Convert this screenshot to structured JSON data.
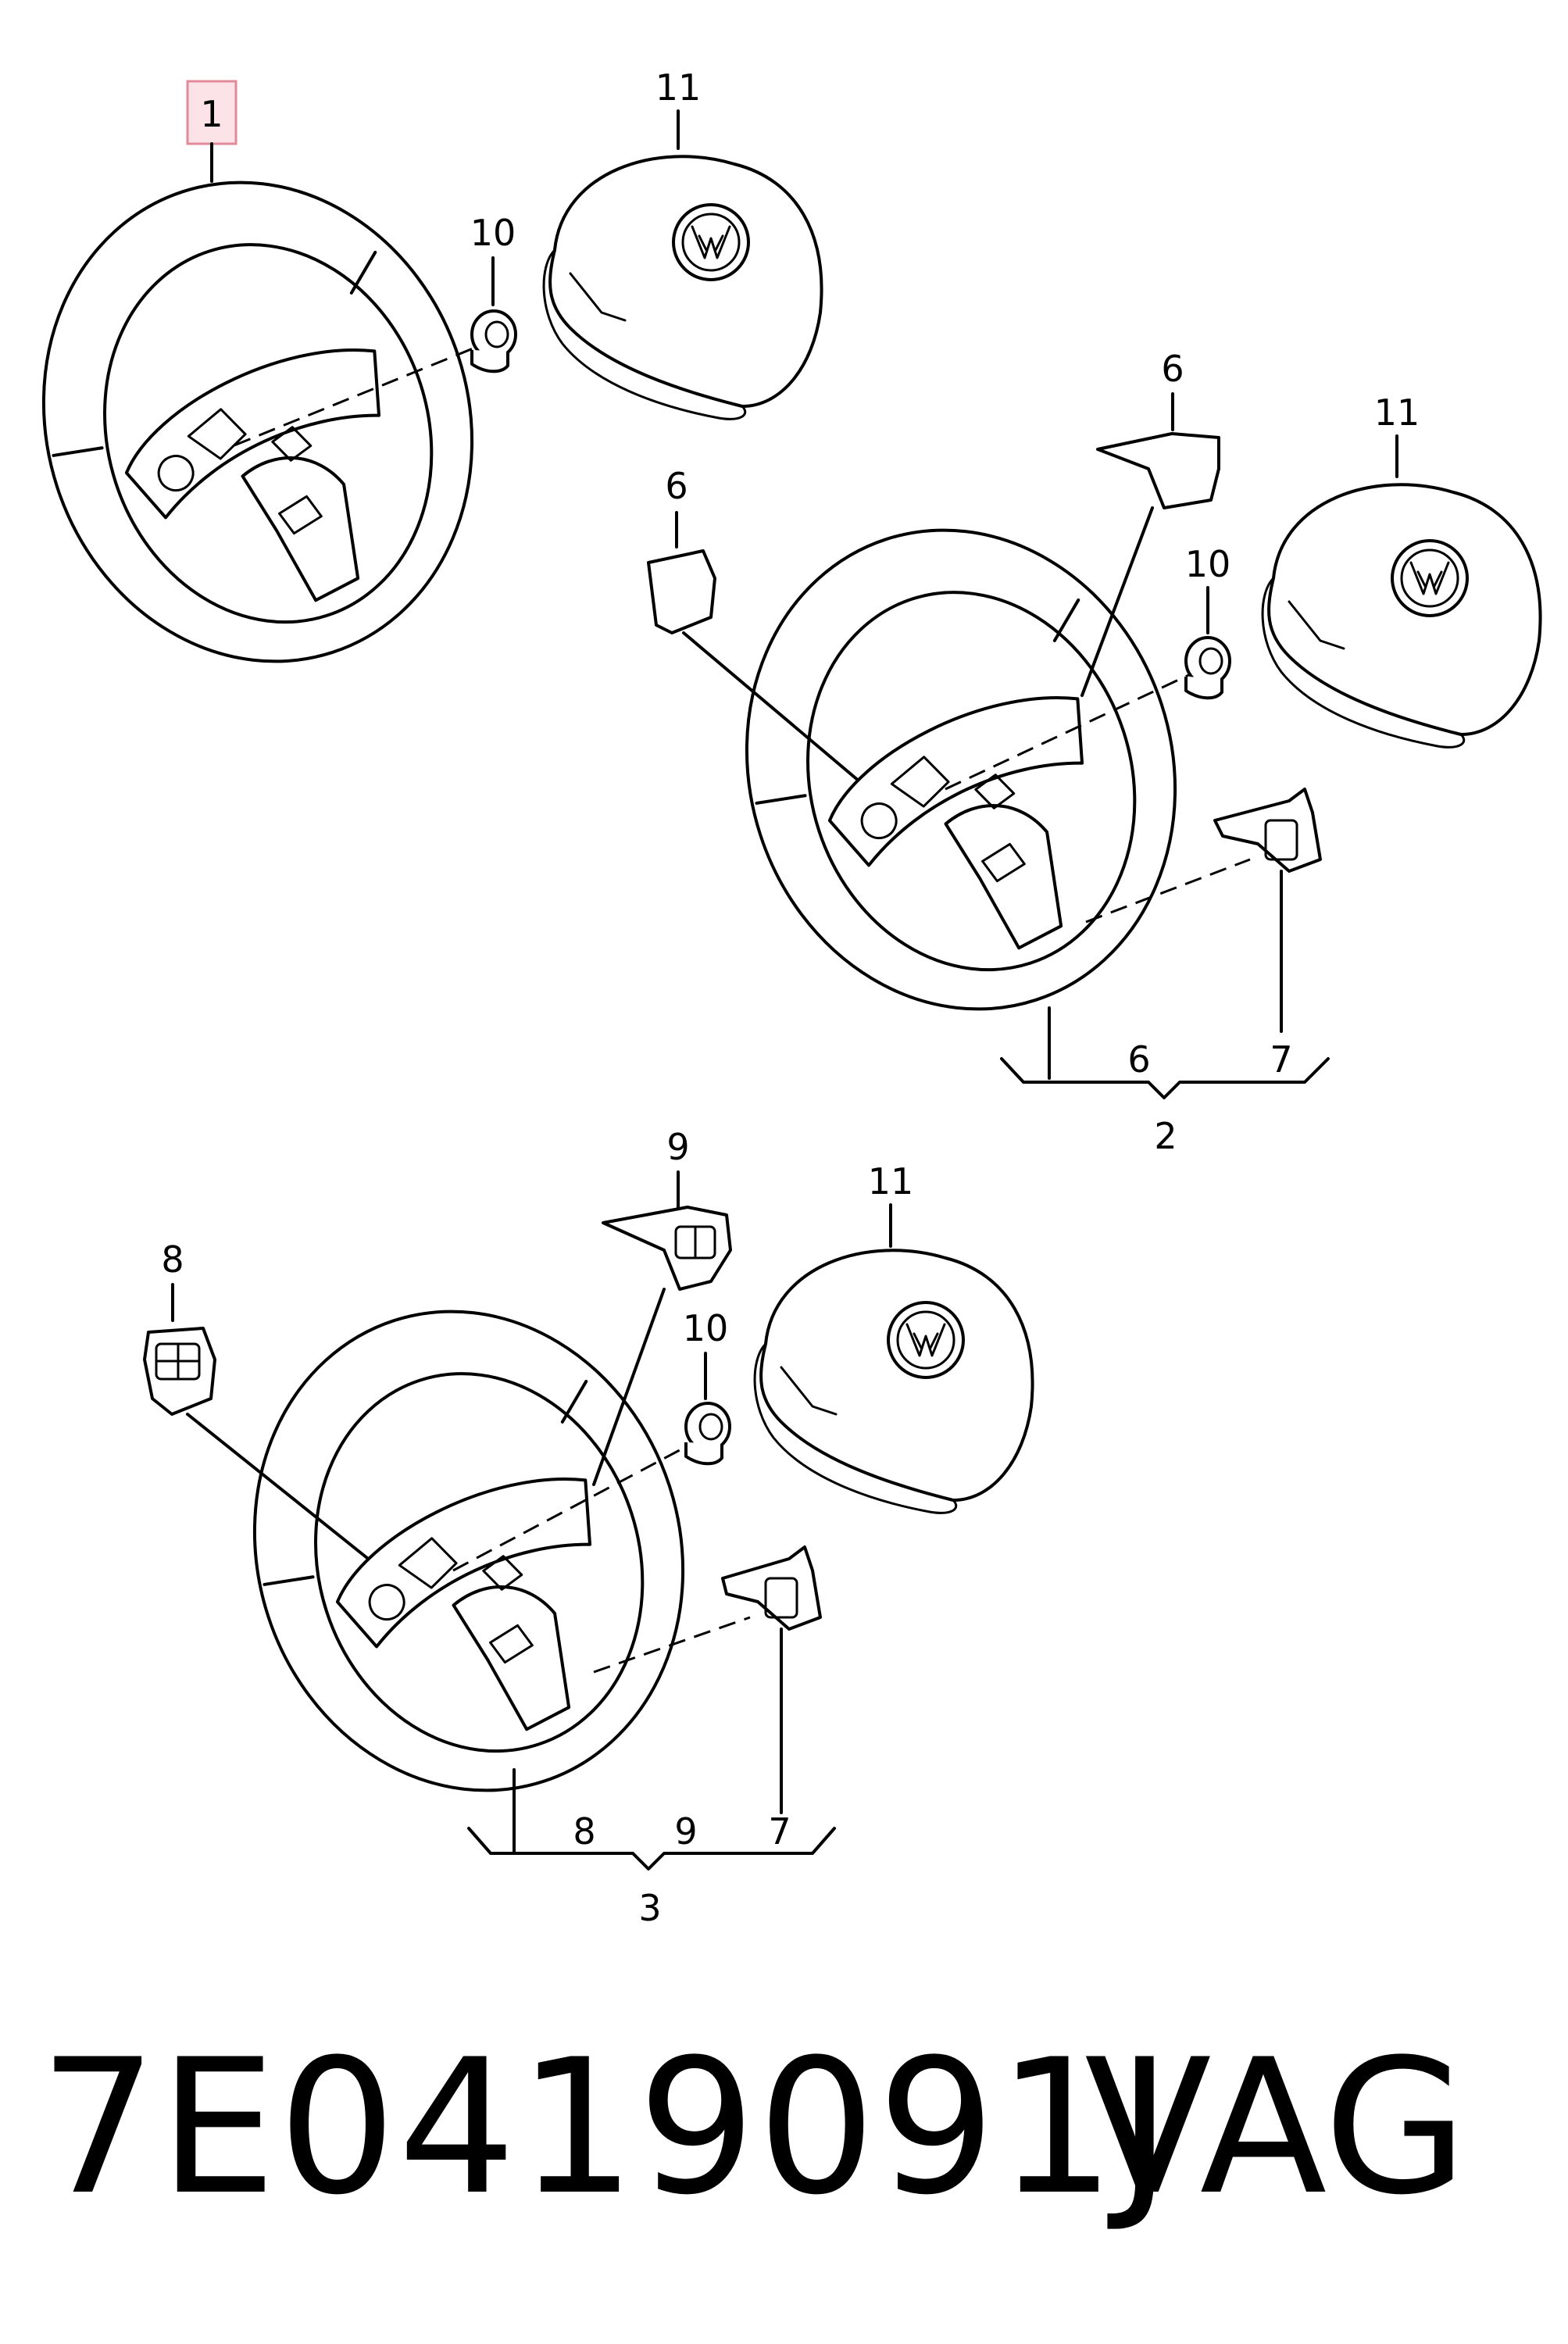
{
  "diagram": {
    "callouts": {
      "top_wheel": "1",
      "airbag_top": "11",
      "bolt_top": "10",
      "mid_cover_left": "6",
      "mid_cover_right": "6",
      "airbag_mid": "11",
      "bolt_mid": "10",
      "mid_bracket_6": "6",
      "mid_bracket_7": "7",
      "mid_assembly": "2",
      "bottom_switch_left": "8",
      "bottom_switch_right": "9",
      "airbag_bottom": "11",
      "bolt_bottom": "10",
      "bottom_bracket_8": "8",
      "bottom_bracket_9": "9",
      "bottom_bracket_7": "7",
      "bottom_assembly": "3"
    },
    "logo_icon": "vw-logo-icon",
    "highlight_color": "#fbe3e7"
  },
  "footer": {
    "part_number": "7E0419091J",
    "brand": "VAG"
  }
}
